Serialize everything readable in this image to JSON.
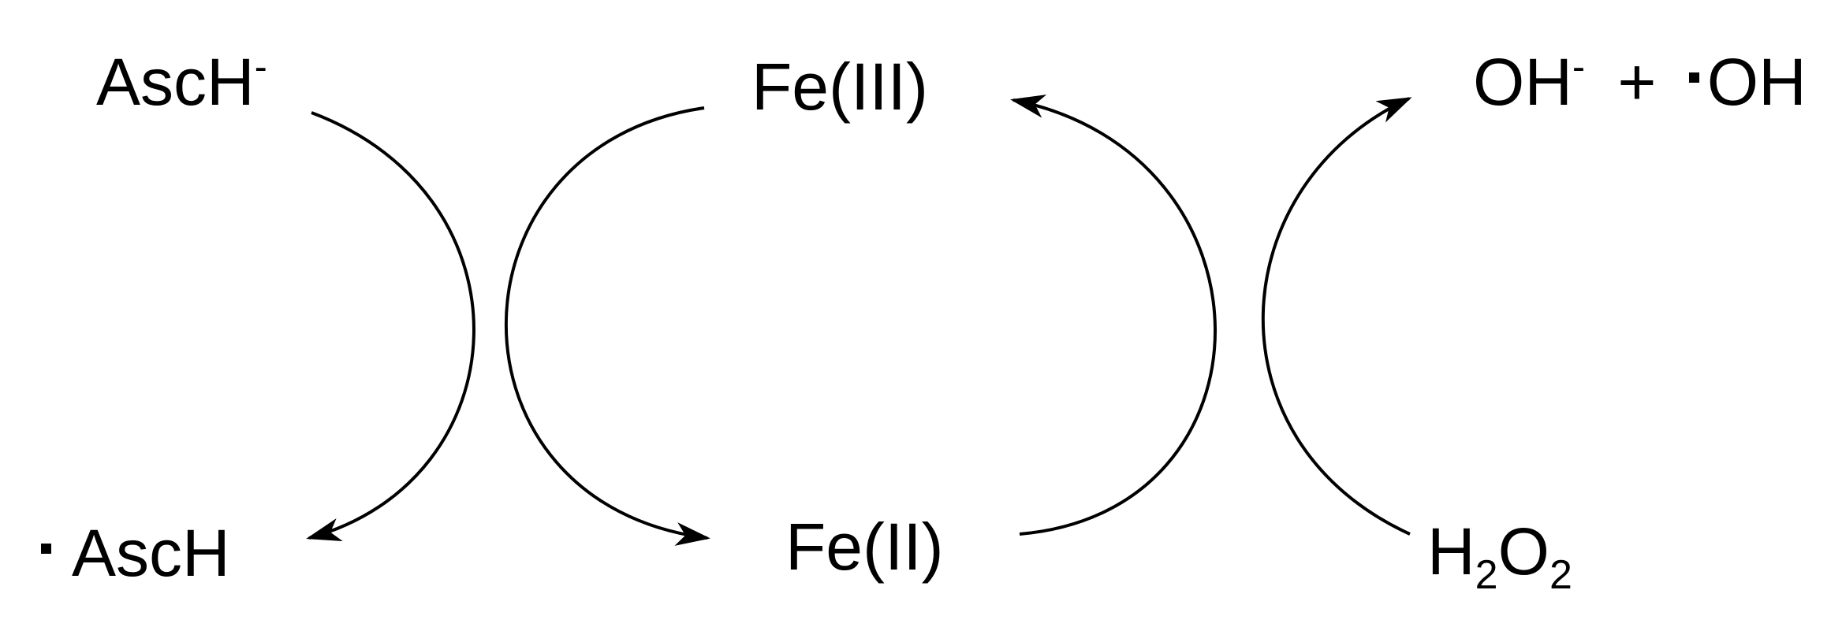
{
  "species": {
    "asch_minus": {
      "base": "AscH",
      "charge": "-"
    },
    "asch_radical": {
      "radical": "·",
      "base": "AscH"
    },
    "fe3": {
      "label": "Fe(III)"
    },
    "fe2": {
      "label": "Fe(II)"
    },
    "h2o2": {
      "h": "H",
      "sub1": "2",
      "o": "O",
      "sub2": "2"
    },
    "products": {
      "oh": "OH",
      "charge": "-",
      "plus": "+",
      "radical": "·",
      "oh_radical": "OH"
    }
  },
  "colors": {
    "ink": "#000000",
    "background": "#ffffff"
  }
}
